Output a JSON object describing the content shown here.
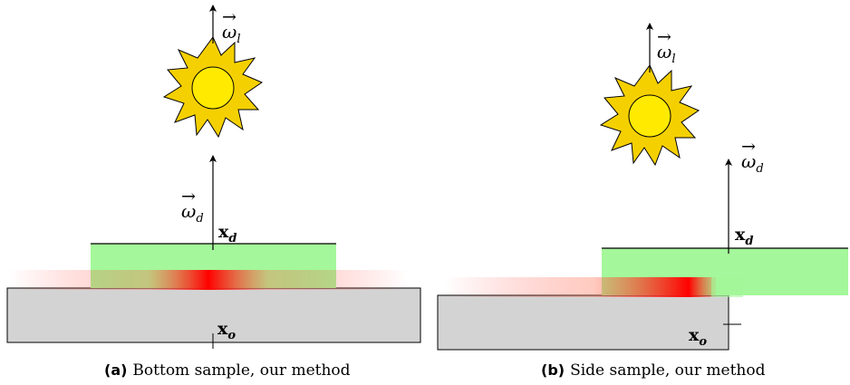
{
  "panels": [
    {
      "omega_l": {
        "base": "ω",
        "sub": "l"
      },
      "omega_d": {
        "base": "ω",
        "sub": "d"
      },
      "x_d": {
        "base": "x",
        "sub": "d"
      },
      "x_o": {
        "base": "x",
        "sub": "o"
      },
      "caption_tag": "(a)",
      "caption_text": "Bottom sample, our method"
    },
    {
      "omega_l": {
        "base": "ω",
        "sub": "l"
      },
      "omega_d": {
        "base": "ω",
        "sub": "d"
      },
      "x_d": {
        "base": "x",
        "sub": "d"
      },
      "x_o": {
        "base": "x",
        "sub": "o"
      },
      "caption_tag": "(b)",
      "caption_text": "Side sample, our method"
    }
  ],
  "colors": {
    "sun_fill": "#f5d000",
    "sun_core": "#ffea00",
    "green_medium": "#a4f79a",
    "gray_slab": "#d3d3d3",
    "scatter_red": "#ff1a1a"
  }
}
